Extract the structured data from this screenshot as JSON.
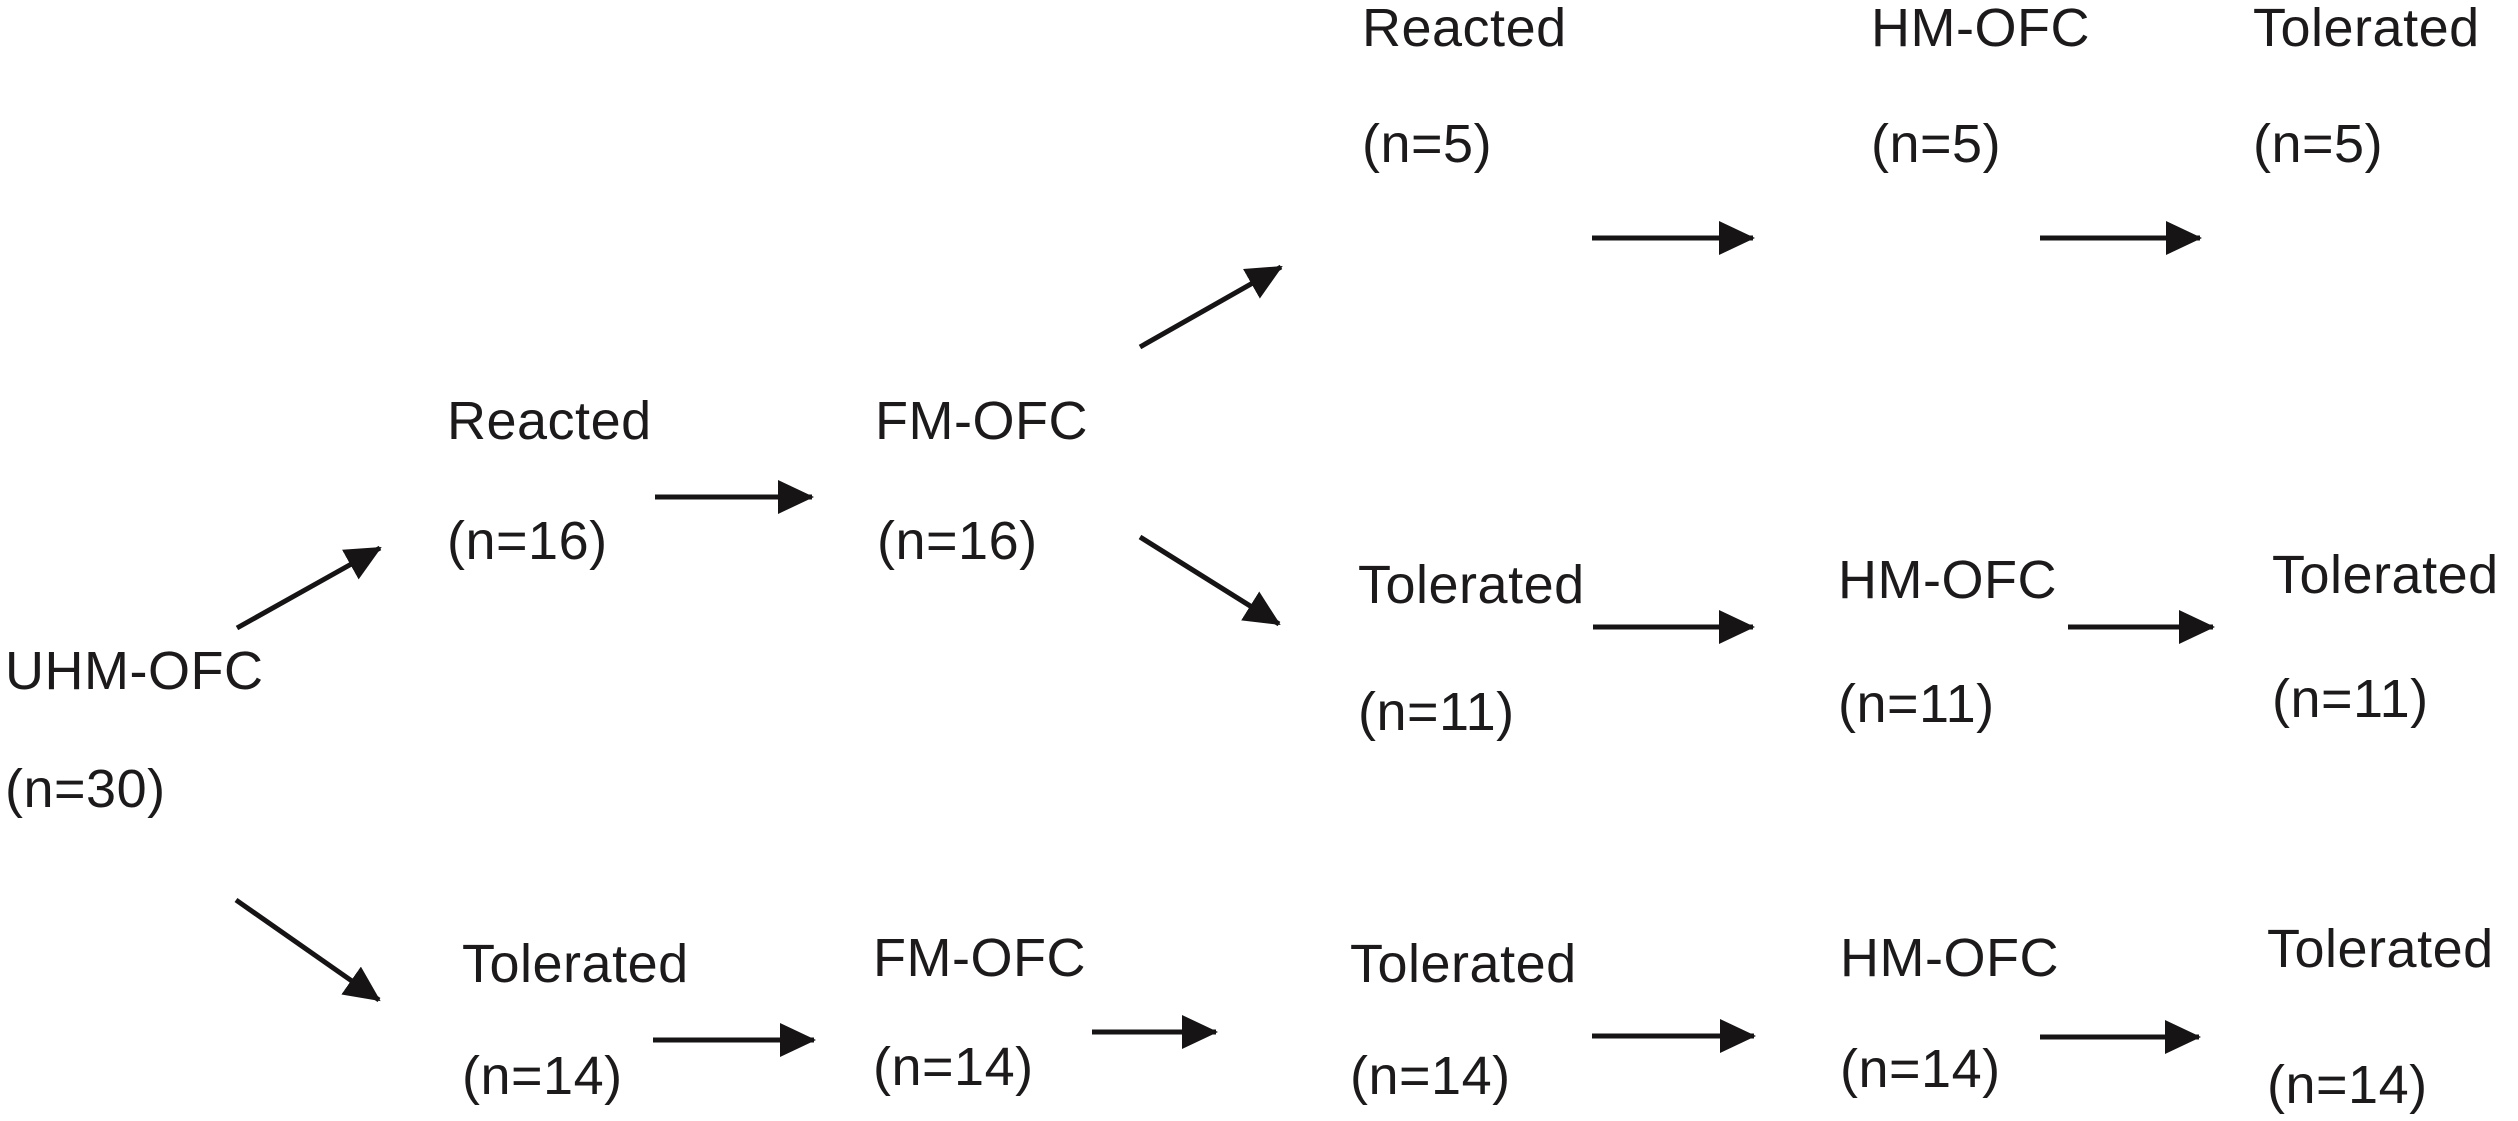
{
  "diagram": {
    "type": "flowchart",
    "description": "Oral food challenge outcome flow diagram, five stages left to right",
    "text_color": "#1c1a1b",
    "background_color": "#ffffff"
  },
  "nodes": [
    {
      "id": "uhm-ofc-30",
      "label": "UHM-OFC",
      "count": "(n=30)"
    },
    {
      "id": "reacted-16",
      "label": "Reacted",
      "count": "(n=16)"
    },
    {
      "id": "fm-ofc-16",
      "label": "FM-OFC",
      "count": "(n=16)"
    },
    {
      "id": "reacted-5",
      "label": "Reacted",
      "count": "(n=5)"
    },
    {
      "id": "hm-ofc-5",
      "label": "HM-OFC",
      "count": "(n=5)"
    },
    {
      "id": "tolerated-5",
      "label": "Tolerated",
      "count": "(n=5)"
    },
    {
      "id": "tolerated-11",
      "label": "Tolerated",
      "count": "(n=11)"
    },
    {
      "id": "hm-ofc-11",
      "label": "HM-OFC",
      "count": "(n=11)"
    },
    {
      "id": "tolerated-11b",
      "label": "Tolerated",
      "count": "(n=11)"
    },
    {
      "id": "tolerated-14",
      "label": "Tolerated",
      "count": "(n=14)"
    },
    {
      "id": "fm-ofc-14",
      "label": "FM-OFC",
      "count": "(n=14)"
    },
    {
      "id": "tolerated-14b",
      "label": "Tolerated",
      "count": "(n=14)"
    },
    {
      "id": "hm-ofc-14",
      "label": "HM-OFC",
      "count": "(n=14)"
    },
    {
      "id": "tolerated-14c",
      "label": "Tolerated",
      "count": "(n=14)"
    }
  ],
  "edges": [
    {
      "from": "uhm-ofc-30",
      "to": "reacted-16"
    },
    {
      "from": "uhm-ofc-30",
      "to": "tolerated-14"
    },
    {
      "from": "reacted-16",
      "to": "fm-ofc-16"
    },
    {
      "from": "fm-ofc-16",
      "to": "reacted-5"
    },
    {
      "from": "fm-ofc-16",
      "to": "tolerated-11"
    },
    {
      "from": "reacted-5",
      "to": "hm-ofc-5"
    },
    {
      "from": "hm-ofc-5",
      "to": "tolerated-5"
    },
    {
      "from": "tolerated-11",
      "to": "hm-ofc-11"
    },
    {
      "from": "hm-ofc-11",
      "to": "tolerated-11b"
    },
    {
      "from": "tolerated-14",
      "to": "fm-ofc-14"
    },
    {
      "from": "fm-ofc-14",
      "to": "tolerated-14b"
    },
    {
      "from": "tolerated-14b",
      "to": "hm-ofc-14"
    },
    {
      "from": "hm-ofc-14",
      "to": "tolerated-14c"
    }
  ]
}
